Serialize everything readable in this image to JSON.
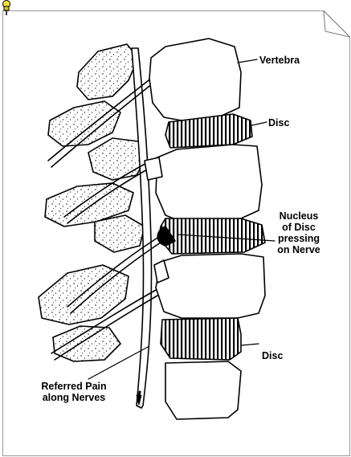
{
  "labels": {
    "vertebra": "Vertebra",
    "disc_upper": "Disc",
    "nucleus": [
      "Nucleus",
      "of Disc",
      "pressing",
      "on Nerve"
    ],
    "disc_lower": "Disc",
    "referred_pain": [
      "Referred Pain",
      "along Nerves"
    ]
  },
  "icons": {
    "pushpin": "pushpin-icon",
    "page_fold": "folded-corner-icon"
  },
  "colors": {
    "background": "#ffffff",
    "ink": "#000000",
    "frame": "#9a9a9a",
    "pin_head": "#f2e040"
  }
}
